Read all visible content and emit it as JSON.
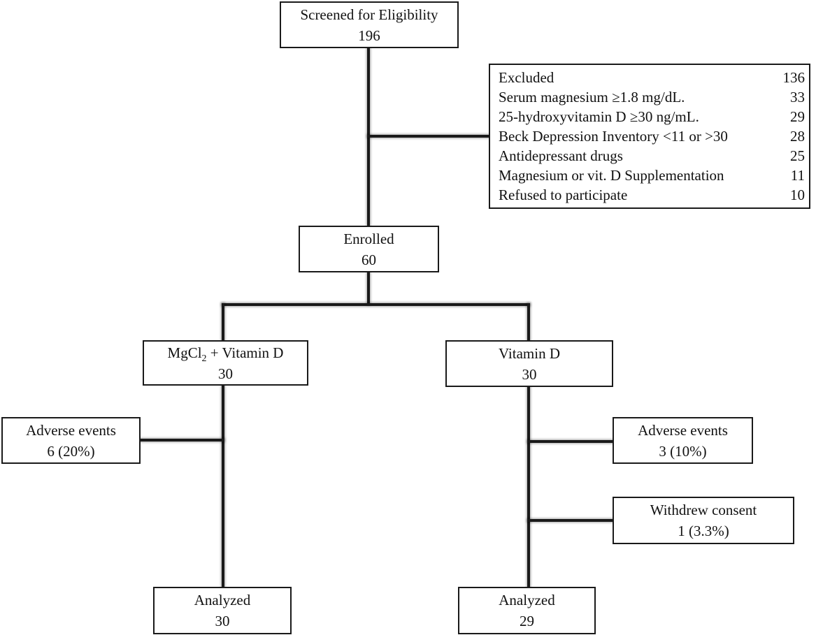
{
  "screened": {
    "label": "Screened for Eligibility",
    "count": "196"
  },
  "excluded": {
    "label": "Excluded",
    "count": "136",
    "reasons": [
      {
        "label": "Serum magnesium ≥1.8 mg/dL.",
        "count": "33"
      },
      {
        "label": "25-hydroxyvitamin D ≥30 ng/mL.",
        "count": "29"
      },
      {
        "label": "Beck Depression Inventory <11 or >30",
        "count": "28"
      },
      {
        "label": "Antidepressant drugs",
        "count": "25"
      },
      {
        "label": "Magnesium or vit. D Supplementation",
        "count": "11"
      },
      {
        "label": "Refused to participate",
        "count": "10"
      }
    ]
  },
  "enrolled": {
    "label": "Enrolled",
    "count": "60"
  },
  "arm_mg": {
    "label_prefix": "MgCl",
    "label_sub": "2",
    "label_suffix": " + Vitamin D",
    "count": "30",
    "adverse": {
      "label": "Adverse events",
      "value": "6 (20%)"
    },
    "analyzed": {
      "label": "Analyzed",
      "count": "30"
    }
  },
  "arm_d": {
    "label": "Vitamin D",
    "count": "30",
    "adverse": {
      "label": "Adverse events",
      "value": "3 (10%)"
    },
    "withdrew": {
      "label": "Withdrew consent",
      "value": "1 (3.3%)"
    },
    "analyzed": {
      "label": "Analyzed",
      "count": "29"
    }
  }
}
